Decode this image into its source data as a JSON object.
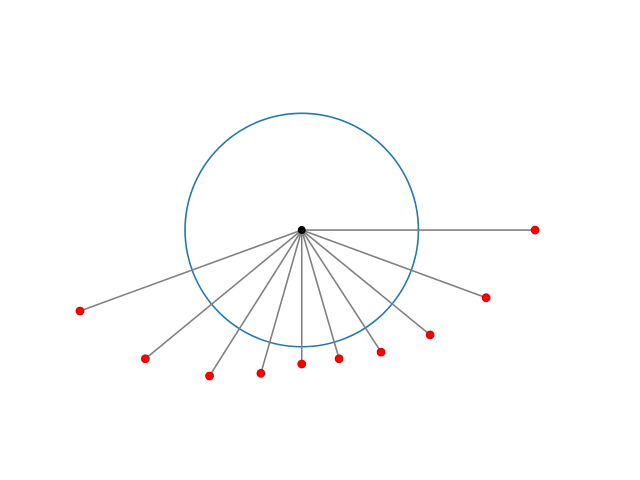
{
  "colors": {
    "background": "#ffffff",
    "circle": "#1f77b4",
    "ray": "#808080",
    "center_point": "#000000",
    "endpoint": "#ff0000",
    "endpoint_edge": "#cc0000"
  },
  "chart_data": {
    "type": "scatter",
    "title": "",
    "xlabel": "",
    "ylabel": "",
    "axes_visible": false,
    "grid": false,
    "legend": "none",
    "center": {
      "x": 0,
      "y": 0
    },
    "circle_radius": 1.0,
    "xlim": [
      -1.9,
      2.35
    ],
    "ylim": [
      -1.45,
      1.3
    ],
    "endpoints": [
      {
        "x": 2.0,
        "y": 0.0
      },
      {
        "x": 1.58,
        "y": -0.51
      },
      {
        "x": 1.1,
        "y": -0.79
      },
      {
        "x": 0.68,
        "y": -0.92
      },
      {
        "x": 0.32,
        "y": -0.97
      },
      {
        "x": 0.0,
        "y": -1.01
      },
      {
        "x": -0.35,
        "y": -1.08
      },
      {
        "x": -0.79,
        "y": -1.1
      },
      {
        "x": -1.34,
        "y": -0.97
      },
      {
        "x": -1.9,
        "y": -0.61
      }
    ]
  }
}
